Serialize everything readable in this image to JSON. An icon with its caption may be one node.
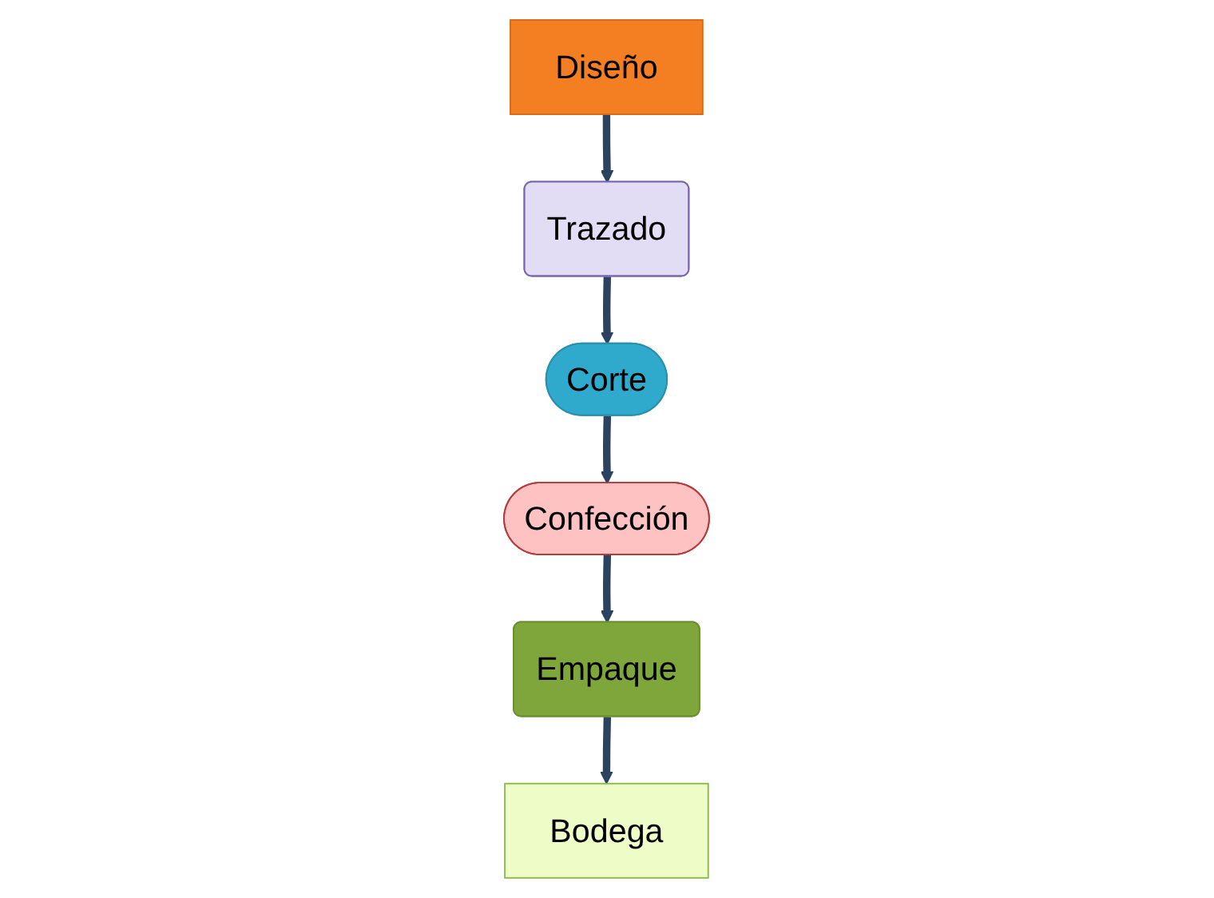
{
  "diagram": {
    "nodes": [
      {
        "text": [
          "Diseño"
        ]
      },
      {
        "text": [
          "Trazado"
        ]
      },
      {
        "text": [
          "Corte"
        ]
      },
      {
        "text": [
          "Confección"
        ]
      },
      {
        "text": [
          "Empaque"
        ]
      },
      {
        "text": [
          "Bodega"
        ]
      }
    ],
    "edges": [
      {
        "from": 0,
        "to": 1,
        "arrow": "to"
      },
      {
        "from": 1,
        "to": 2,
        "arrow": "to"
      },
      {
        "from": 2,
        "to": 3,
        "arrow": "to"
      },
      {
        "from": 3,
        "to": 4,
        "arrow": "to"
      },
      {
        "from": 4,
        "to": 5,
        "arrow": "to"
      }
    ]
  }
}
